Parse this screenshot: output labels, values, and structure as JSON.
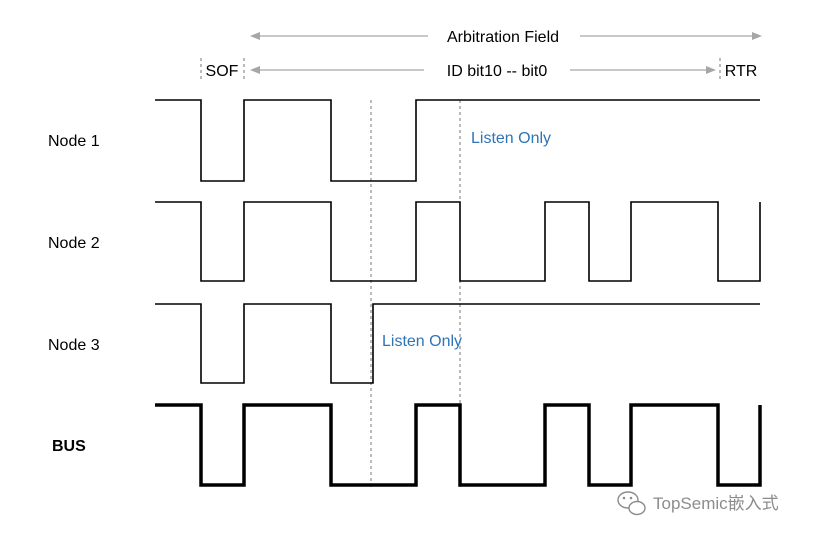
{
  "header": {
    "arbitration_field": "Arbitration Field",
    "sof": "SOF",
    "id_bits": "ID bit10 -- bit0",
    "rtr": "RTR"
  },
  "rows": [
    {
      "label": "Node 1",
      "bold": false
    },
    {
      "label": "Node 2",
      "bold": false
    },
    {
      "label": "Node 3",
      "bold": false
    },
    {
      "label": "BUS",
      "bold": true
    }
  ],
  "annotations": {
    "node1_listen": "Listen Only",
    "node3_listen": "Listen Only"
  },
  "watermark": {
    "text": "TopSemic嵌入式"
  },
  "colors": {
    "signal": "#000000",
    "annotation": "#2e75b6",
    "arrow": "#a6a6a6",
    "text": "#000000",
    "watermark": "#8c8c8c"
  }
}
